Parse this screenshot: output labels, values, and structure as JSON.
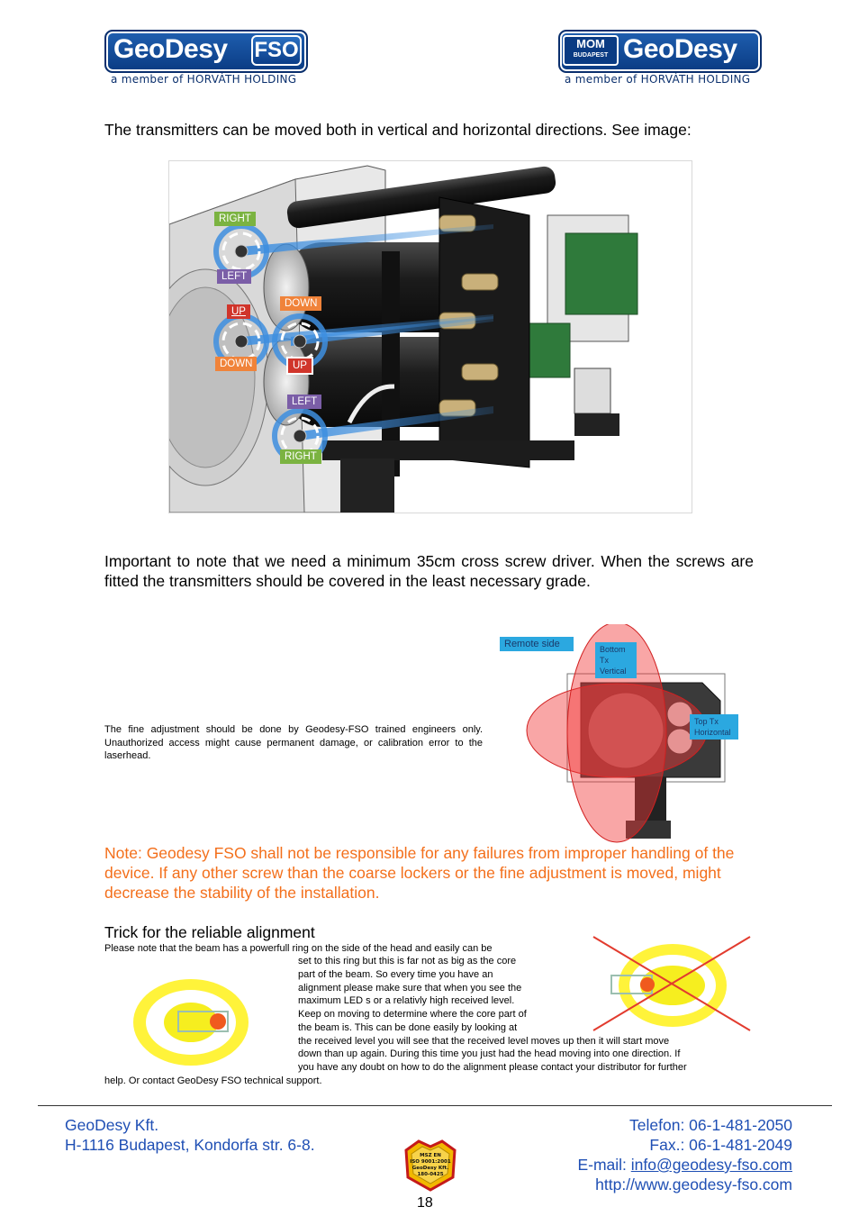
{
  "header": {
    "left_logo": {
      "brand": "GeoDesy",
      "badge": "FSO",
      "tagline": "a member of HORVÁTH HOLDING"
    },
    "right_logo": {
      "brand": "GeoDesy",
      "badge_top": "MOM",
      "badge_bottom": "BUDAPEST",
      "tagline": "a member of HORVÁTH HOLDING"
    }
  },
  "intro": "The transmitters can be moved both in vertical and horizontal directions. See image:",
  "figure1": {
    "labels": {
      "right_top": "RIGHT",
      "left_top": "LEFT",
      "up_left": "UP",
      "down_right": "DOWN",
      "down_left": "DOWN",
      "up_right": "UP",
      "left_bottom": "LEFT",
      "right_bottom": "RIGHT"
    },
    "colors": {
      "right": "#7bb341",
      "left": "#7b5ea7",
      "up": "#d0352b",
      "down": "#f0833a",
      "beam": "#3e8fe0"
    }
  },
  "important_note": "Important to note that we need a minimum 35cm cross screw driver. When the screws are fitted the transmitters should be covered in the least necessary grade.",
  "fine_adjustment": "The fine adjustment should be done by Geodesy-FSO trained engineers only. Unauthorized access might cause permanent damage, or calibration error to the laserhead.",
  "figure2": {
    "remote_side": "Remote side",
    "bottom_tx_line1": "Bottom Tx",
    "bottom_tx_line2": "Vertical",
    "top_tx_line1": "Top Tx",
    "top_tx_line2": "Horizontal"
  },
  "warning": "Note: Geodesy FSO shall not be responsible for any failures from improper handling of the device. If any other screw than the coarse lockers or the fine adjustment is moved, might decrease the stability of the installation.",
  "trick": {
    "title": "Trick for the reliable alignment",
    "line1": "Please note that the beam has a powerfull ring on the side of the head and easily can be",
    "line2": "set to this ring but this is far not as big as the core",
    "line3": "part of the beam. So every time you have an",
    "line4": "alignment please make sure that when you see the",
    "line5": "maximum LED s or a relativly high received level.",
    "line6": "Keep on moving to determine where the core part of",
    "line7": "the beam is. This can be done easily by looking at",
    "line8": "the received level you will see that the received level moves up then it will start move",
    "line9": "down than up again. During this time you just had the head moving into one direction. If",
    "line10": "you have any doubt on how to do the alignment please contact your distributor for further",
    "line11": "help. Or contact GeoDesy FSO technical support."
  },
  "footer": {
    "company": "GeoDesy Kft.",
    "address": "H-1116 Budapest, Kondorfa str. 6-8.",
    "phone": "Telefon: 06-1-481-2050",
    "fax": "Fax.: 06-1-481-2049",
    "email_label": "E-mail: ",
    "email": "info@geodesy-fso.com",
    "web": "http://www.geodesy-fso.com",
    "cert_line1": "MSZ EN",
    "cert_line2": "ISO 9001:2001",
    "cert_line3": "GeoDesy Kft.",
    "cert_line4": "180-0425",
    "page_number": "18"
  }
}
